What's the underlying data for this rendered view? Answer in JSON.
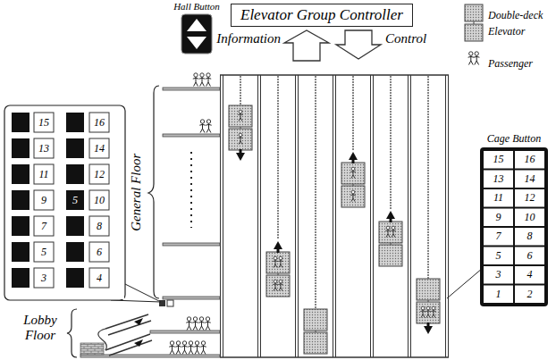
{
  "diagram": {
    "nodes": [
      {
        "text": [
          "Elevator Group Controller"
        ]
      },
      {
        "text": [
          "Hall Button"
        ]
      },
      {
        "text": [
          "Cage Button"
        ]
      }
    ],
    "labels": [
      "Information",
      "Control",
      "General Floor",
      "Lobby Floor",
      "15",
      "16",
      "13",
      "14",
      "11",
      "12",
      "9",
      "10",
      "7",
      "8",
      "5",
      "6",
      "3",
      "4",
      "1",
      "2",
      "15",
      "16",
      "13",
      "14",
      "11",
      "12",
      "9",
      "5",
      "10",
      "7",
      "8",
      "5",
      "6",
      "3",
      "4"
    ],
    "legend": [
      {
        "text": "Double-deck Elevator"
      },
      {
        "text": "Passenger"
      }
    ]
  }
}
